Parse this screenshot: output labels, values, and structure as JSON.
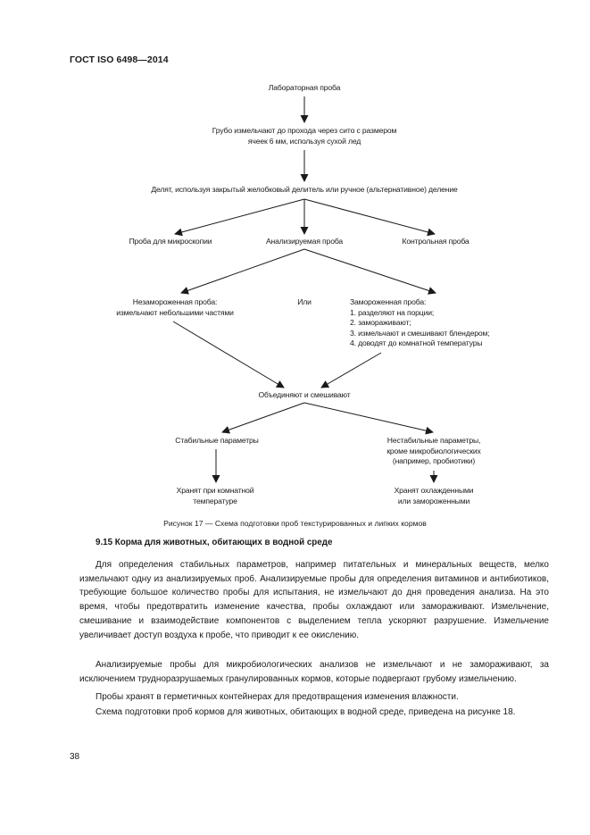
{
  "header": {
    "standard": "ГОСТ ISO 6498—2014"
  },
  "diagram": {
    "lab_sample": "Лабораторная проба",
    "coarse_grind": [
      "Грубо измельчают до прохода через сито с размером",
      "ячеек 6 мм, используя сухой лед"
    ],
    "divide": "Делят, используя закрытый желобковый делитель или ручное (альтернативное) деление",
    "microscopy": "Проба для микроскопии",
    "analyzed": "Анализируемая проба",
    "control": "Контрольная проба",
    "unfrozen": [
      "Незамороженная проба:",
      "измельчают небольшими частями"
    ],
    "or": "Или",
    "frozen": [
      "Замороженная проба:",
      "1. разделяют на порции;",
      "2. замораживают;",
      "3. измельчают и смешивают блендером;",
      "4. доводят до комнатной температуры"
    ],
    "combine": "Объединяют и смешивают",
    "stable": "Стабильные параметры",
    "unstable": [
      "Нестабильные параметры,",
      "кроме микробиологических",
      "(например, пробиотики)"
    ],
    "store_room": [
      "Хранят при комнатной",
      "температуре"
    ],
    "store_cold": [
      "Хранят охлажденными",
      "или замороженными"
    ]
  },
  "caption": "Рисунок 17 — Схема подготовки проб текстурированных и липких кормов",
  "section_title": "9.15  Корма для животных, обитающих в водной среде",
  "paragraphs": [
    "Для определения стабильных параметров, например питательных и минеральных веществ, мелко измельчают одну из анализируемых проб. Анализируемые пробы для определения витаминов и антибиотиков, требующие большое количество пробы для испытания, не измельчают до дня проведения анализа. На это время, чтобы предотвратить изменение качества, пробы охлаждают или замораживают. Измельчение, смешивание и взаимодействие компонентов с выделением тепла ускоряют разрушение. Измельчение увеличивает доступ воздуха к пробе, что приводит к ее окислению.",
    "Анализируемые пробы для микробиологических анализов не измельчают и не замораживают, за исключением трудноразрушаемых гранулированных кормов, которые подвергают грубому измельчению.",
    "Пробы хранят в герметичных контейнерах для предотвращения изменения влажности.",
    "Схема подготовки проб кормов для животных, обитающих в водной среде, приведена на рисунке 18."
  ],
  "page_number": "38"
}
